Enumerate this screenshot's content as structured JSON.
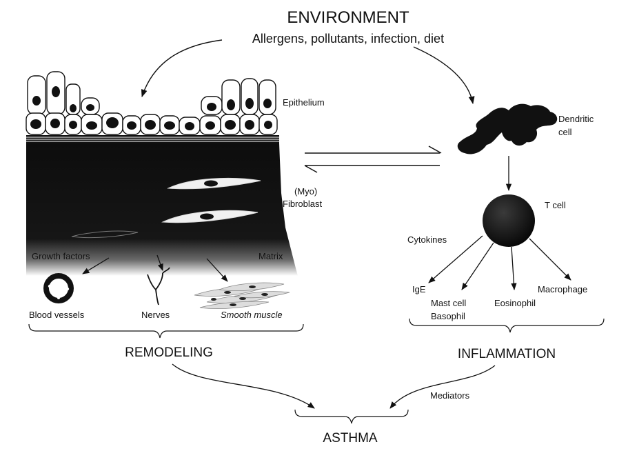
{
  "title": "ENVIRONMENT",
  "subtitle": "Allergens, pollutants, infection, diet",
  "airway": {
    "epithelium": "Epithelium",
    "myo": "(Myo)",
    "fibroblast": "Fibroblast",
    "growth_factors": "Growth factors",
    "matrix": "Matrix",
    "blood_vessels": "Blood vessels",
    "nerves": "Nerves",
    "smooth_muscle": "Smooth muscle"
  },
  "immune": {
    "dendritic_line1": "Dendritic",
    "dendritic_line2": "cell",
    "t_cell": "T cell",
    "cytokines": "Cytokines",
    "ige": "IgE",
    "mast_line1": "Mast cell",
    "mast_line2": "Basophil",
    "eosinophil": "Eosinophil",
    "macrophage": "Macrophage"
  },
  "outcomes": {
    "remodeling": "REMODELING",
    "inflammation": "INFLAMMATION",
    "mediators": "Mediators",
    "asthma": "ASTHMA"
  }
}
